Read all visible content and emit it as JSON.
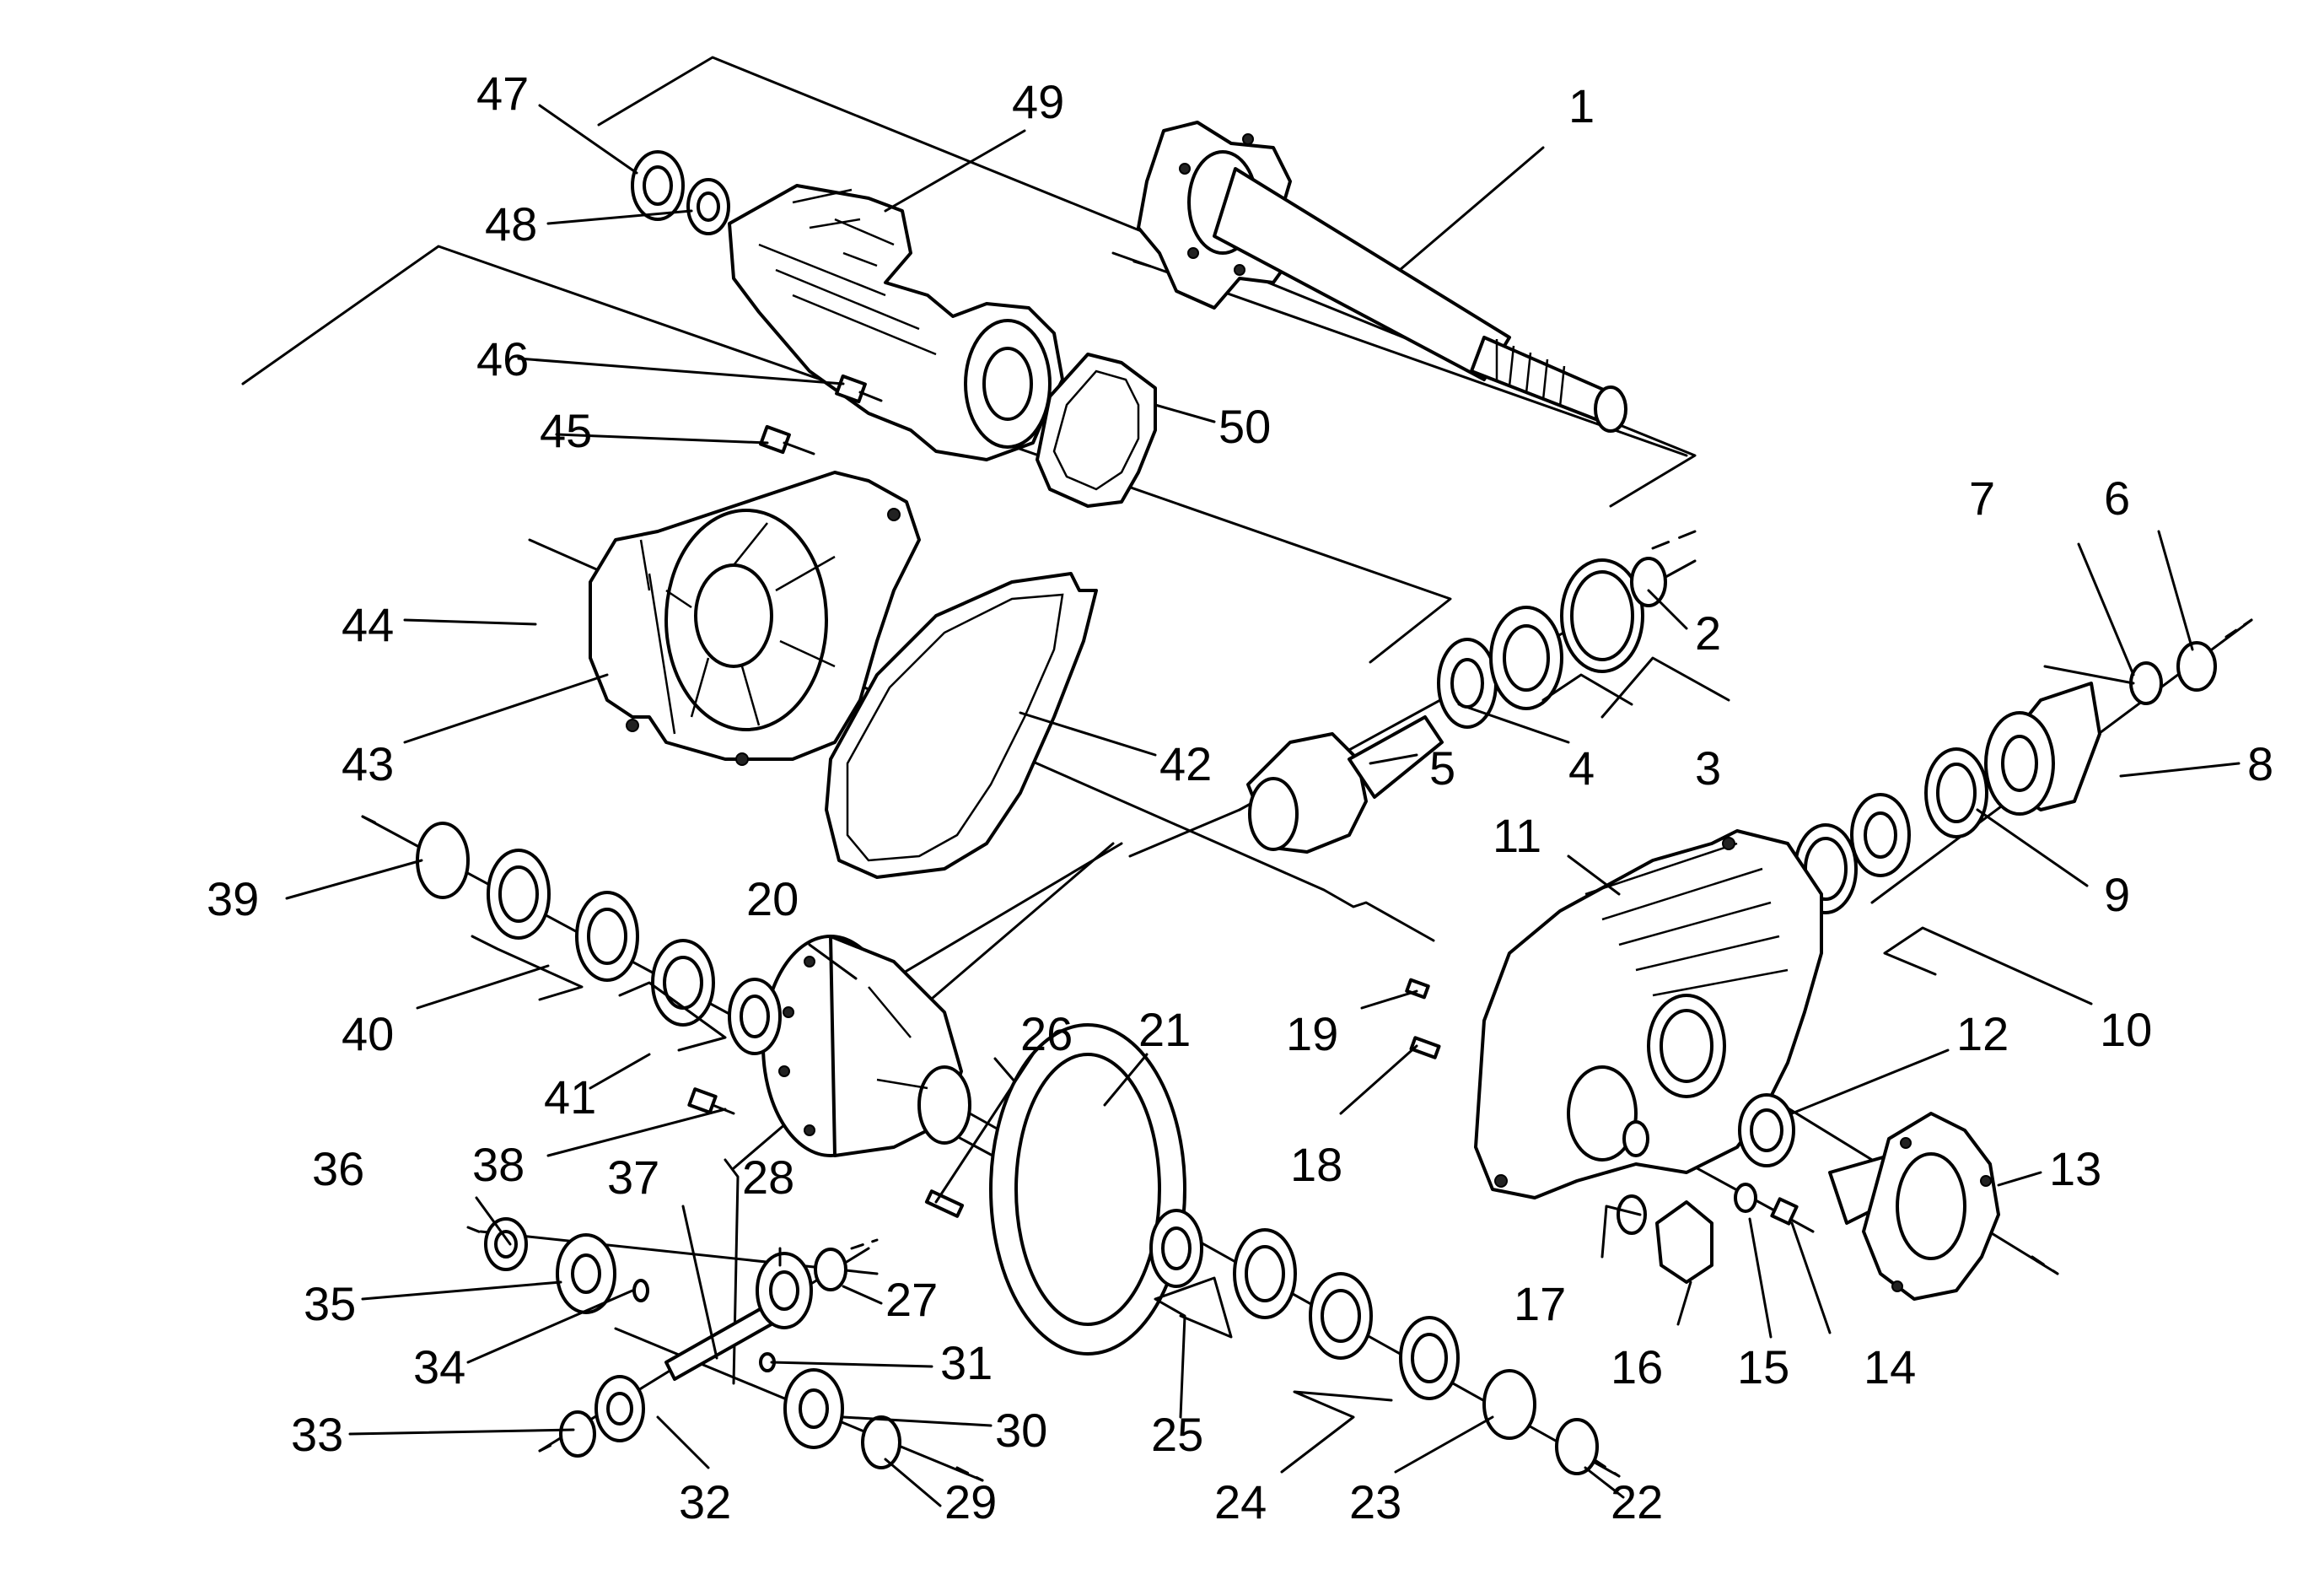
{
  "callouts": [
    {
      "id": "1",
      "text": "1"
    },
    {
      "id": "2",
      "text": "2"
    },
    {
      "id": "3",
      "text": "3"
    },
    {
      "id": "4",
      "text": "4"
    },
    {
      "id": "5",
      "text": "5"
    },
    {
      "id": "6",
      "text": "6"
    },
    {
      "id": "7",
      "text": "7"
    },
    {
      "id": "8",
      "text": "8"
    },
    {
      "id": "9",
      "text": "9"
    },
    {
      "id": "10",
      "text": "10"
    },
    {
      "id": "11",
      "text": "11"
    },
    {
      "id": "12",
      "text": "12"
    },
    {
      "id": "13",
      "text": "13"
    },
    {
      "id": "14",
      "text": "14"
    },
    {
      "id": "15",
      "text": "15"
    },
    {
      "id": "16",
      "text": "16"
    },
    {
      "id": "17",
      "text": "17"
    },
    {
      "id": "18",
      "text": "18"
    },
    {
      "id": "19",
      "text": "19"
    },
    {
      "id": "20",
      "text": "20"
    },
    {
      "id": "21",
      "text": "21"
    },
    {
      "id": "22",
      "text": "22"
    },
    {
      "id": "23",
      "text": "23"
    },
    {
      "id": "24",
      "text": "24"
    },
    {
      "id": "25",
      "text": "25"
    },
    {
      "id": "26",
      "text": "26"
    },
    {
      "id": "27",
      "text": "27"
    },
    {
      "id": "28",
      "text": "28"
    },
    {
      "id": "29",
      "text": "29"
    },
    {
      "id": "30",
      "text": "30"
    },
    {
      "id": "31",
      "text": "31"
    },
    {
      "id": "32",
      "text": "32"
    },
    {
      "id": "33",
      "text": "33"
    },
    {
      "id": "34",
      "text": "34"
    },
    {
      "id": "35",
      "text": "35"
    },
    {
      "id": "36",
      "text": "36"
    },
    {
      "id": "37",
      "text": "37"
    },
    {
      "id": "38",
      "text": "38"
    },
    {
      "id": "39",
      "text": "39"
    },
    {
      "id": "40",
      "text": "40"
    },
    {
      "id": "41",
      "text": "41"
    },
    {
      "id": "42",
      "text": "42"
    },
    {
      "id": "43",
      "text": "43"
    },
    {
      "id": "44",
      "text": "44"
    },
    {
      "id": "45",
      "text": "45"
    },
    {
      "id": "46",
      "text": "46"
    },
    {
      "id": "47",
      "text": "47"
    },
    {
      "id": "48",
      "text": "48"
    },
    {
      "id": "49",
      "text": "49"
    },
    {
      "id": "50",
      "text": "50"
    }
  ]
}
